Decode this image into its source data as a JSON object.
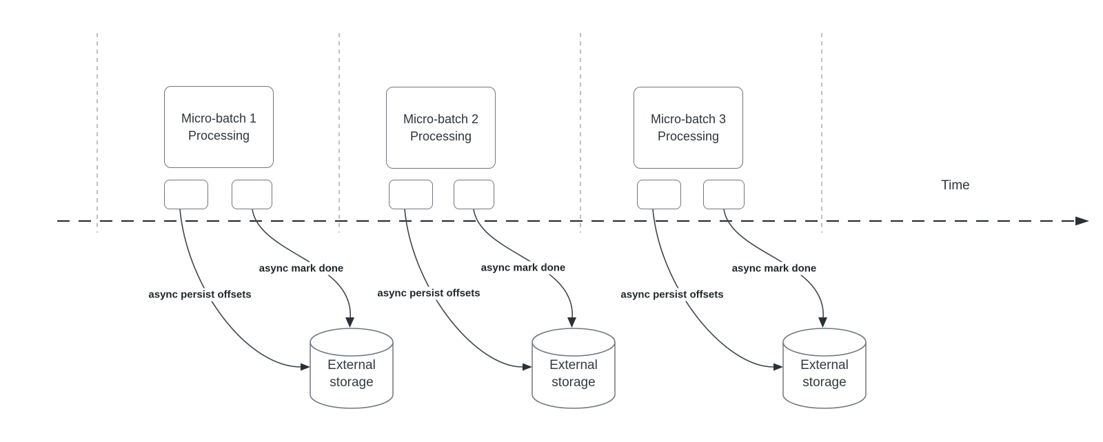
{
  "diagram": {
    "time_axis": {
      "label": "Time"
    },
    "sections": [
      {
        "processing_line1": "Micro-batch 1",
        "processing_line2": "Processing",
        "persist_label": "async persist offsets",
        "mark_done_label": "async mark done",
        "storage_line1": "External",
        "storage_line2": "storage"
      },
      {
        "processing_line1": "Micro-batch 2",
        "processing_line2": "Processing",
        "persist_label": "async persist offsets",
        "mark_done_label": "async mark done",
        "storage_line1": "External",
        "storage_line2": "storage"
      },
      {
        "processing_line1": "Micro-batch 3",
        "processing_line2": "Processing",
        "persist_label": "async persist offsets",
        "mark_done_label": "async mark done",
        "storage_line1": "External",
        "storage_line2": "storage"
      }
    ],
    "colors": {
      "timeline_stroke": "#2b3036",
      "curve_stroke": "#3f464e",
      "shape_border": "#70757e",
      "guide_dash": "#ababab",
      "body_text": "#2e343b",
      "label_text": "#20262a"
    }
  }
}
